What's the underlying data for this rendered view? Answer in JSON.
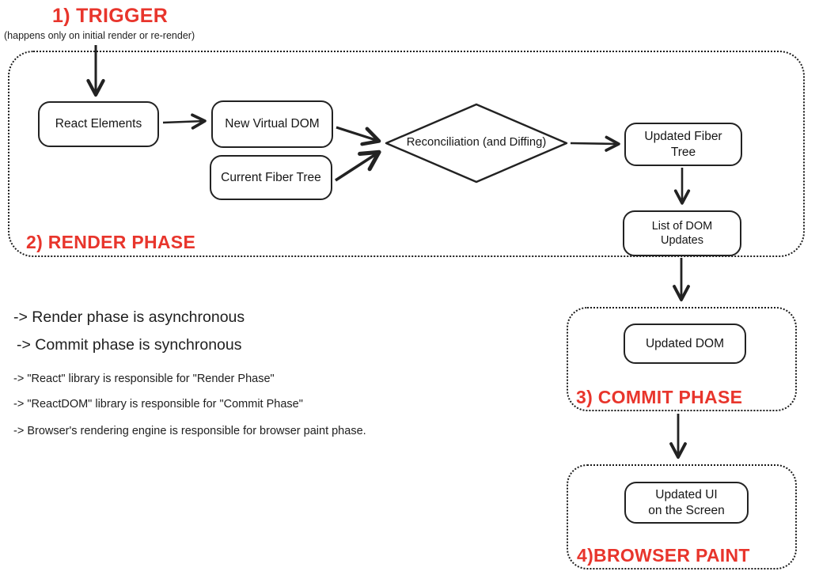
{
  "colors": {
    "accent_red": "#e8352c",
    "stroke": "#222222"
  },
  "trigger": {
    "title": "1) TRIGGER",
    "subtitle": "(happens only on initial render or re-render)"
  },
  "render_phase": {
    "label": "2) RENDER PHASE",
    "nodes": {
      "react_elements": "React Elements",
      "new_virtual_dom": "New Virtual DOM",
      "current_fiber_tree": "Current Fiber Tree",
      "reconciliation": "Reconciliation (and Diffing)",
      "updated_fiber_tree": "Updated Fiber Tree",
      "list_of_dom_updates": "List of DOM Updates"
    }
  },
  "commit_phase": {
    "label": "3) COMMIT PHASE",
    "nodes": {
      "updated_dom": "Updated DOM"
    }
  },
  "browser_paint": {
    "label": "4)BROWSER PAINT",
    "nodes": {
      "updated_ui_line1": "Updated UI",
      "updated_ui_line2": "on the Screen"
    }
  },
  "notes": {
    "big": [
      "-> Render phase is asynchronous",
      "-> Commit phase is synchronous"
    ],
    "small": [
      "-> \"React\" library is responsible for \"Render Phase\"",
      "-> \"ReactDOM\" library is responsible for \"Commit Phase\"",
      "-> Browser's rendering engine is responsible for browser paint phase."
    ]
  }
}
